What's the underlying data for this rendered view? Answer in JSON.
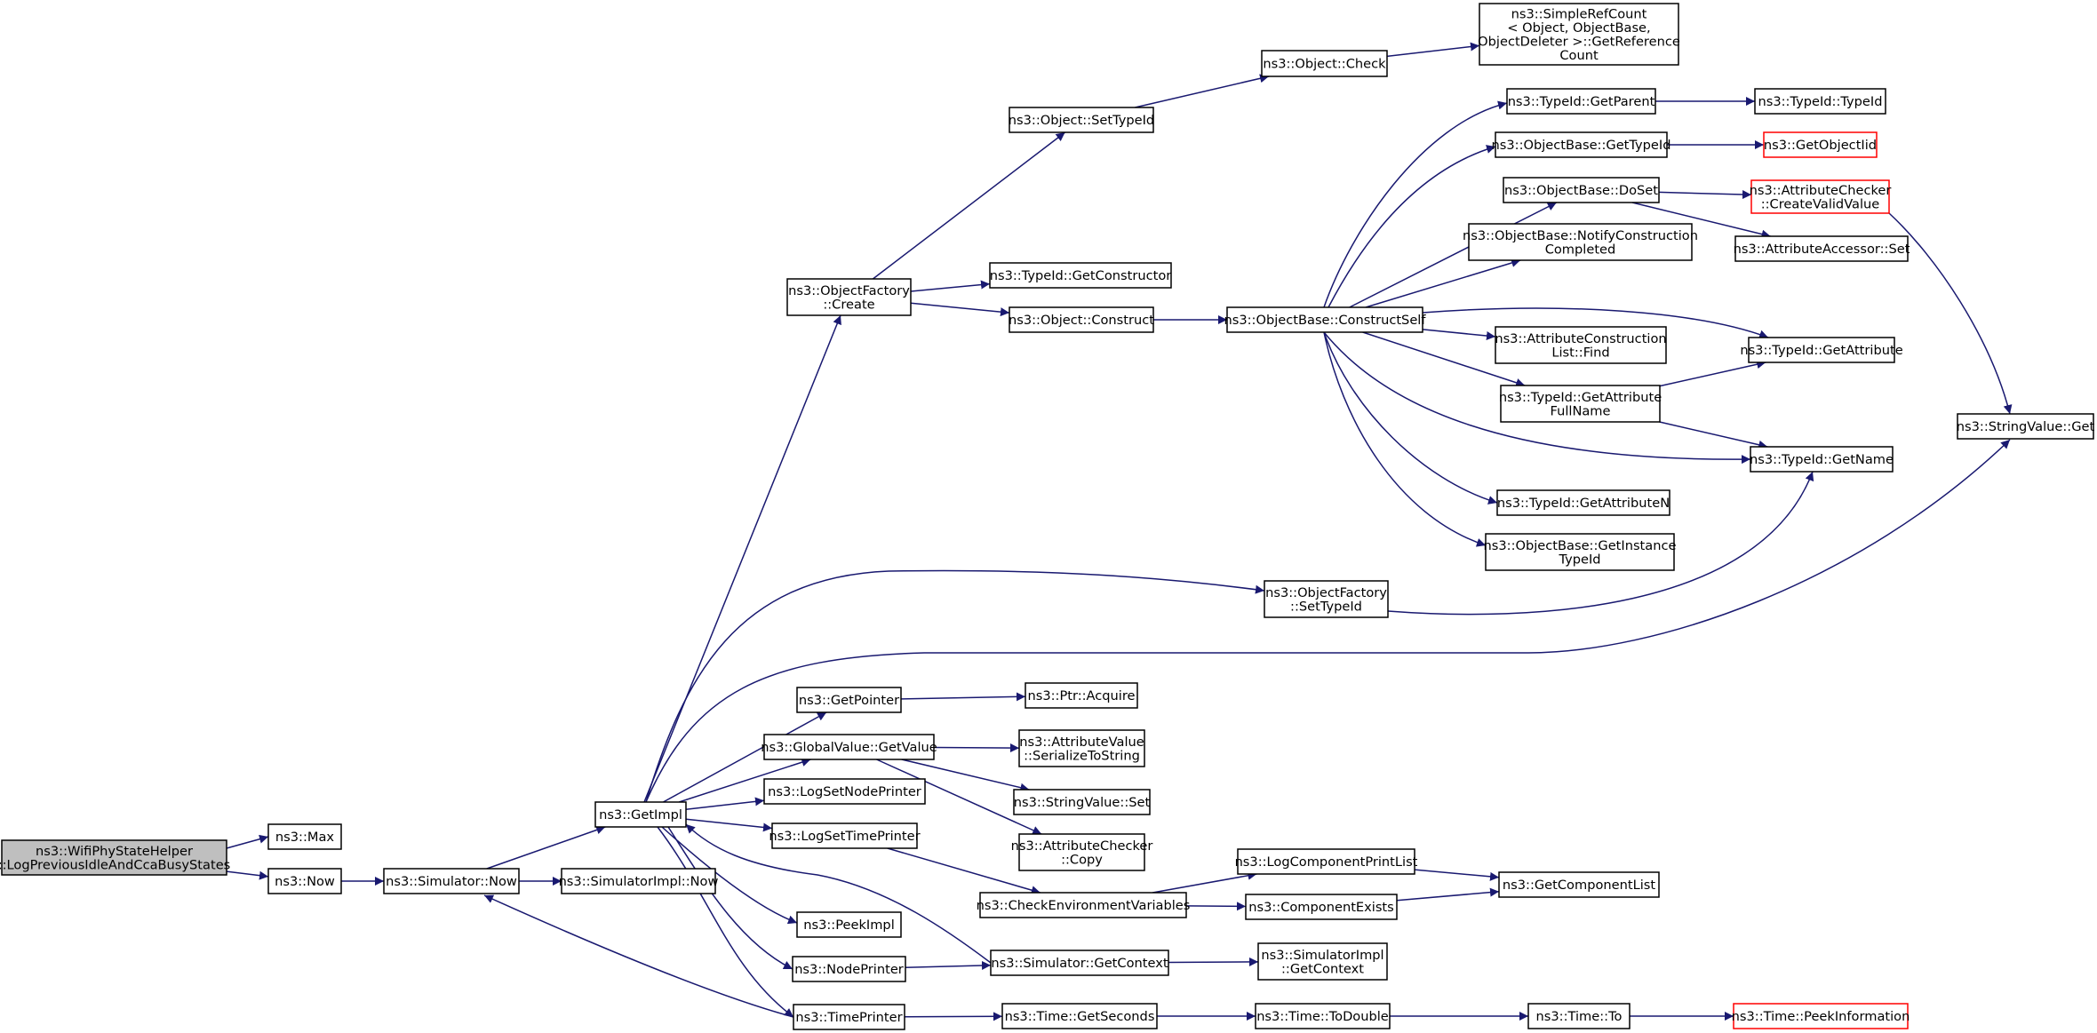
{
  "diagram": {
    "type": "call-graph",
    "colors": {
      "edge": "#191970",
      "root_fill": "#bfbfbf",
      "truncated_border": "#ff0000",
      "node_border": "#000000"
    },
    "nodes": [
      {
        "id": "root",
        "lines": [
          "ns3::WifiPhyStateHelper",
          "::LogPreviousIdleAndCcaBusyStates"
        ],
        "style": "root"
      },
      {
        "id": "max",
        "lines": [
          "ns3::Max"
        ]
      },
      {
        "id": "now",
        "lines": [
          "ns3::Now"
        ]
      },
      {
        "id": "simnow",
        "lines": [
          "ns3::Simulator::Now"
        ]
      },
      {
        "id": "simimplnow",
        "lines": [
          "ns3::SimulatorImpl::Now"
        ]
      },
      {
        "id": "getimpl",
        "lines": [
          "ns3::GetImpl"
        ]
      },
      {
        "id": "ofcreate",
        "lines": [
          "ns3::ObjectFactory",
          "::Create"
        ]
      },
      {
        "id": "setTypeId",
        "lines": [
          "ns3::Object::SetTypeId"
        ]
      },
      {
        "id": "objcheck",
        "lines": [
          "ns3::Object::Check"
        ]
      },
      {
        "id": "refcount",
        "lines": [
          "ns3::SimpleRefCount",
          "< Object, ObjectBase,",
          "ObjectDeleter >::GetReference",
          "Count"
        ]
      },
      {
        "id": "getctor",
        "lines": [
          "ns3::TypeId::GetConstructor"
        ]
      },
      {
        "id": "construct",
        "lines": [
          "ns3::Object::Construct"
        ]
      },
      {
        "id": "constructself",
        "lines": [
          "ns3::ObjectBase::ConstructSelf"
        ]
      },
      {
        "id": "getparent",
        "lines": [
          "ns3::TypeId::GetParent"
        ]
      },
      {
        "id": "typeid",
        "lines": [
          "ns3::TypeId::TypeId"
        ]
      },
      {
        "id": "obgettypeid",
        "lines": [
          "ns3::ObjectBase::GetTypeId"
        ]
      },
      {
        "id": "getobjectiid",
        "lines": [
          "ns3::GetObjectIid"
        ],
        "style": "truncated"
      },
      {
        "id": "doset",
        "lines": [
          "ns3::ObjectBase::DoSet"
        ]
      },
      {
        "id": "createvalid",
        "lines": [
          "ns3::AttributeChecker",
          "::CreateValidValue"
        ],
        "style": "truncated"
      },
      {
        "id": "accessorset",
        "lines": [
          "ns3::AttributeAccessor::Set"
        ]
      },
      {
        "id": "notify",
        "lines": [
          "ns3::ObjectBase::NotifyConstruction",
          "Completed"
        ]
      },
      {
        "id": "listfind",
        "lines": [
          "ns3::AttributeConstruction",
          "List::Find"
        ]
      },
      {
        "id": "getattr",
        "lines": [
          "ns3::TypeId::GetAttribute"
        ]
      },
      {
        "id": "getattrfull",
        "lines": [
          "ns3::TypeId::GetAttribute",
          "FullName"
        ]
      },
      {
        "id": "getname",
        "lines": [
          "ns3::TypeId::GetName"
        ]
      },
      {
        "id": "getattrn",
        "lines": [
          "ns3::TypeId::GetAttributeN"
        ]
      },
      {
        "id": "getinst",
        "lines": [
          "ns3::ObjectBase::GetInstance",
          "TypeId"
        ]
      },
      {
        "id": "stringget",
        "lines": [
          "ns3::StringValue::Get"
        ]
      },
      {
        "id": "ofsettypeid",
        "lines": [
          "ns3::ObjectFactory",
          "::SetTypeId"
        ]
      },
      {
        "id": "getpointer",
        "lines": [
          "ns3::GetPointer"
        ]
      },
      {
        "id": "ptracquire",
        "lines": [
          "ns3::Ptr::Acquire"
        ]
      },
      {
        "id": "gvgetvalue",
        "lines": [
          "ns3::GlobalValue::GetValue"
        ]
      },
      {
        "id": "serialize",
        "lines": [
          "ns3::AttributeValue",
          "::SerializeToString"
        ]
      },
      {
        "id": "stringset",
        "lines": [
          "ns3::StringValue::Set"
        ]
      },
      {
        "id": "checkercopy",
        "lines": [
          "ns3::AttributeChecker",
          "::Copy"
        ]
      },
      {
        "id": "lognode",
        "lines": [
          "ns3::LogSetNodePrinter"
        ]
      },
      {
        "id": "logtime",
        "lines": [
          "ns3::LogSetTimePrinter"
        ]
      },
      {
        "id": "checkenv",
        "lines": [
          "ns3::CheckEnvironmentVariables"
        ]
      },
      {
        "id": "logcomplist",
        "lines": [
          "ns3::LogComponentPrintList"
        ]
      },
      {
        "id": "compexists",
        "lines": [
          "ns3::ComponentExists"
        ]
      },
      {
        "id": "getcomplist",
        "lines": [
          "ns3::GetComponentList"
        ]
      },
      {
        "id": "peekimpl",
        "lines": [
          "ns3::PeekImpl"
        ]
      },
      {
        "id": "nodeprinter",
        "lines": [
          "ns3::NodePrinter"
        ]
      },
      {
        "id": "simgetctx",
        "lines": [
          "ns3::Simulator::GetContext"
        ]
      },
      {
        "id": "implgetctx",
        "lines": [
          "ns3::SimulatorImpl",
          "::GetContext"
        ]
      },
      {
        "id": "timeprinter",
        "lines": [
          "ns3::TimePrinter"
        ]
      },
      {
        "id": "getseconds",
        "lines": [
          "ns3::Time::GetSeconds"
        ]
      },
      {
        "id": "todouble",
        "lines": [
          "ns3::Time::ToDouble"
        ]
      },
      {
        "id": "timeto",
        "lines": [
          "ns3::Time::To"
        ]
      },
      {
        "id": "peekinfo",
        "lines": [
          "ns3::Time::PeekInformation"
        ],
        "style": "truncated"
      }
    ],
    "edges": [
      [
        "root",
        "max"
      ],
      [
        "root",
        "now"
      ],
      [
        "now",
        "simnow"
      ],
      [
        "simnow",
        "simimplnow"
      ],
      [
        "simnow",
        "getimpl"
      ],
      [
        "getimpl",
        "ofcreate"
      ],
      [
        "ofcreate",
        "setTypeId"
      ],
      [
        "setTypeId",
        "objcheck"
      ],
      [
        "objcheck",
        "refcount"
      ],
      [
        "ofcreate",
        "getctor"
      ],
      [
        "ofcreate",
        "construct"
      ],
      [
        "construct",
        "constructself"
      ],
      [
        "constructself",
        "getparent"
      ],
      [
        "getparent",
        "typeid"
      ],
      [
        "constructself",
        "obgettypeid"
      ],
      [
        "obgettypeid",
        "getobjectiid"
      ],
      [
        "constructself",
        "doset"
      ],
      [
        "doset",
        "createvalid"
      ],
      [
        "doset",
        "accessorset"
      ],
      [
        "createvalid",
        "stringget"
      ],
      [
        "constructself",
        "notify"
      ],
      [
        "constructself",
        "getattr"
      ],
      [
        "constructself",
        "listfind"
      ],
      [
        "constructself",
        "getattrfull"
      ],
      [
        "constructself",
        "getname"
      ],
      [
        "constructself",
        "getattrn"
      ],
      [
        "constructself",
        "getinst"
      ],
      [
        "getattrfull",
        "getattr"
      ],
      [
        "getattrfull",
        "getname"
      ],
      [
        "getimpl",
        "ofsettypeid"
      ],
      [
        "ofsettypeid",
        "getname"
      ],
      [
        "getimpl",
        "stringget"
      ],
      [
        "getimpl",
        "getpointer"
      ],
      [
        "getpointer",
        "ptracquire"
      ],
      [
        "getimpl",
        "gvgetvalue"
      ],
      [
        "gvgetvalue",
        "serialize"
      ],
      [
        "gvgetvalue",
        "stringset"
      ],
      [
        "gvgetvalue",
        "checkercopy"
      ],
      [
        "getimpl",
        "lognode"
      ],
      [
        "getimpl",
        "logtime"
      ],
      [
        "logtime",
        "checkenv"
      ],
      [
        "checkenv",
        "logcomplist"
      ],
      [
        "checkenv",
        "compexists"
      ],
      [
        "logcomplist",
        "getcomplist"
      ],
      [
        "compexists",
        "getcomplist"
      ],
      [
        "getimpl",
        "peekimpl"
      ],
      [
        "getimpl",
        "nodeprinter"
      ],
      [
        "nodeprinter",
        "simgetctx"
      ],
      [
        "simgetctx",
        "getimpl"
      ],
      [
        "simgetctx",
        "implgetctx"
      ],
      [
        "getimpl",
        "timeprinter"
      ],
      [
        "timeprinter",
        "simnow"
      ],
      [
        "timeprinter",
        "getseconds"
      ],
      [
        "getseconds",
        "todouble"
      ],
      [
        "todouble",
        "timeto"
      ],
      [
        "timeto",
        "peekinfo"
      ]
    ]
  }
}
